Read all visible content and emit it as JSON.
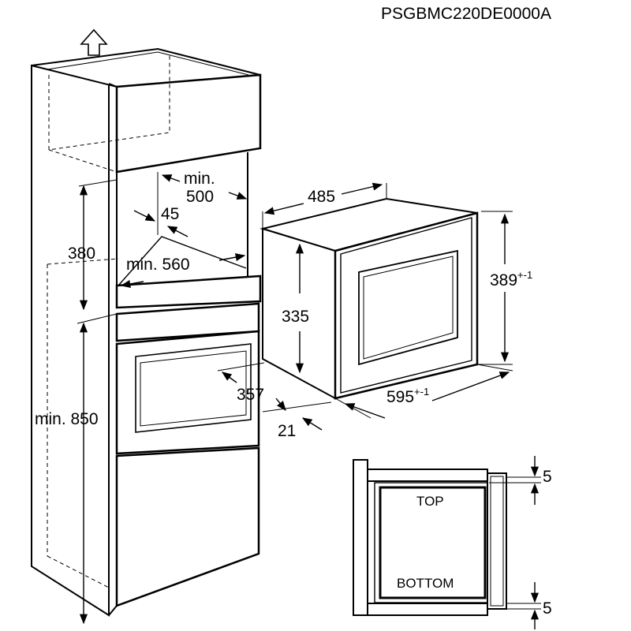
{
  "model_code": "PSGBMC220DE0000A",
  "dimensions": {
    "cabinet_depth": "min. 500",
    "gap": "45",
    "niche_height": "380",
    "niche_width": "min. 560",
    "base_height": "min. 850",
    "oven_depth": "485",
    "oven_height_main": "389",
    "oven_height_tol": "+-1",
    "oven_body_height": "335",
    "oven_width_main": "595",
    "oven_width_tol": "+-1",
    "door_depth": "357",
    "front_offset": "21",
    "top_gap": "5",
    "bottom_gap": "5"
  },
  "labels": {
    "min_word": "min.",
    "depth_value": "500",
    "top": "TOP",
    "bottom": "BOTTOM"
  }
}
